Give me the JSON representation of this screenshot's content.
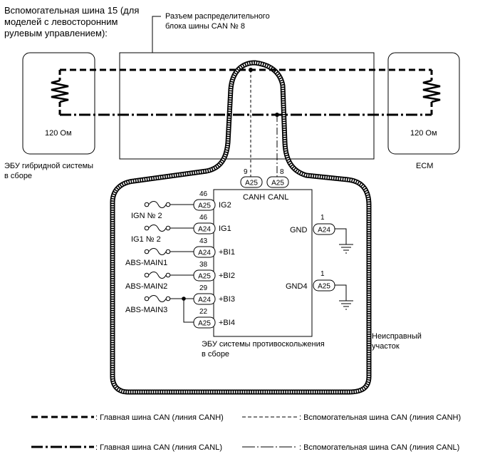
{
  "title": {
    "lines": [
      "Вспомогательная шина 15 (для",
      "моделей с левосторонним",
      "рулевым управлением):"
    ]
  },
  "junction": {
    "label_lines": [
      "Разъем распределительного",
      "блока шины CAN № 8"
    ]
  },
  "hybrid_ecu": {
    "resistance": "120 Ом",
    "label_lines": [
      "ЭБУ гибридной системы",
      "в сборе"
    ]
  },
  "ecm": {
    "resistance": "120 Ом",
    "label": "ECM"
  },
  "skid_ecu": {
    "label_lines": [
      "ЭБУ системы противоскольжения",
      "в сборе"
    ],
    "can_pins": [
      {
        "pin": "9",
        "connector": "A25",
        "terminal": "CANH"
      },
      {
        "pin": "8",
        "connector": "A25",
        "terminal": "CANL"
      }
    ],
    "inputs": [
      {
        "pin": "46",
        "connector": "A25",
        "terminal": "IG2",
        "fuse": "IGN № 2"
      },
      {
        "pin": "46",
        "connector": "A24",
        "terminal": "IG1",
        "fuse": "IG1 № 2"
      },
      {
        "pin": "43",
        "connector": "A24",
        "terminal": "+BI1",
        "fuse": "ABS-MAIN1"
      },
      {
        "pin": "38",
        "connector": "A25",
        "terminal": "+BI2",
        "fuse": "ABS-MAIN2"
      },
      {
        "pin": "29",
        "connector": "A24",
        "terminal": "+BI3",
        "fuse": "ABS-MAIN3"
      },
      {
        "pin": "22",
        "connector": "A25",
        "terminal": "+BI4"
      }
    ],
    "grounds": [
      {
        "pin": "1",
        "connector": "A24",
        "terminal": "GND"
      },
      {
        "pin": "1",
        "connector": "A25",
        "terminal": "GND4"
      }
    ]
  },
  "faulty_area": {
    "label_lines": [
      "Неисправный",
      "участок"
    ]
  },
  "legend": [
    {
      "label": ": Главная шина CAN (линия CANH)"
    },
    {
      "label": ": Вспомогательная шина CAN (линия CANH)"
    },
    {
      "label": ": Главная шина CAN (линия CANL)"
    },
    {
      "label": ": Вспомогательная шина CAN (линия CANL)"
    }
  ]
}
